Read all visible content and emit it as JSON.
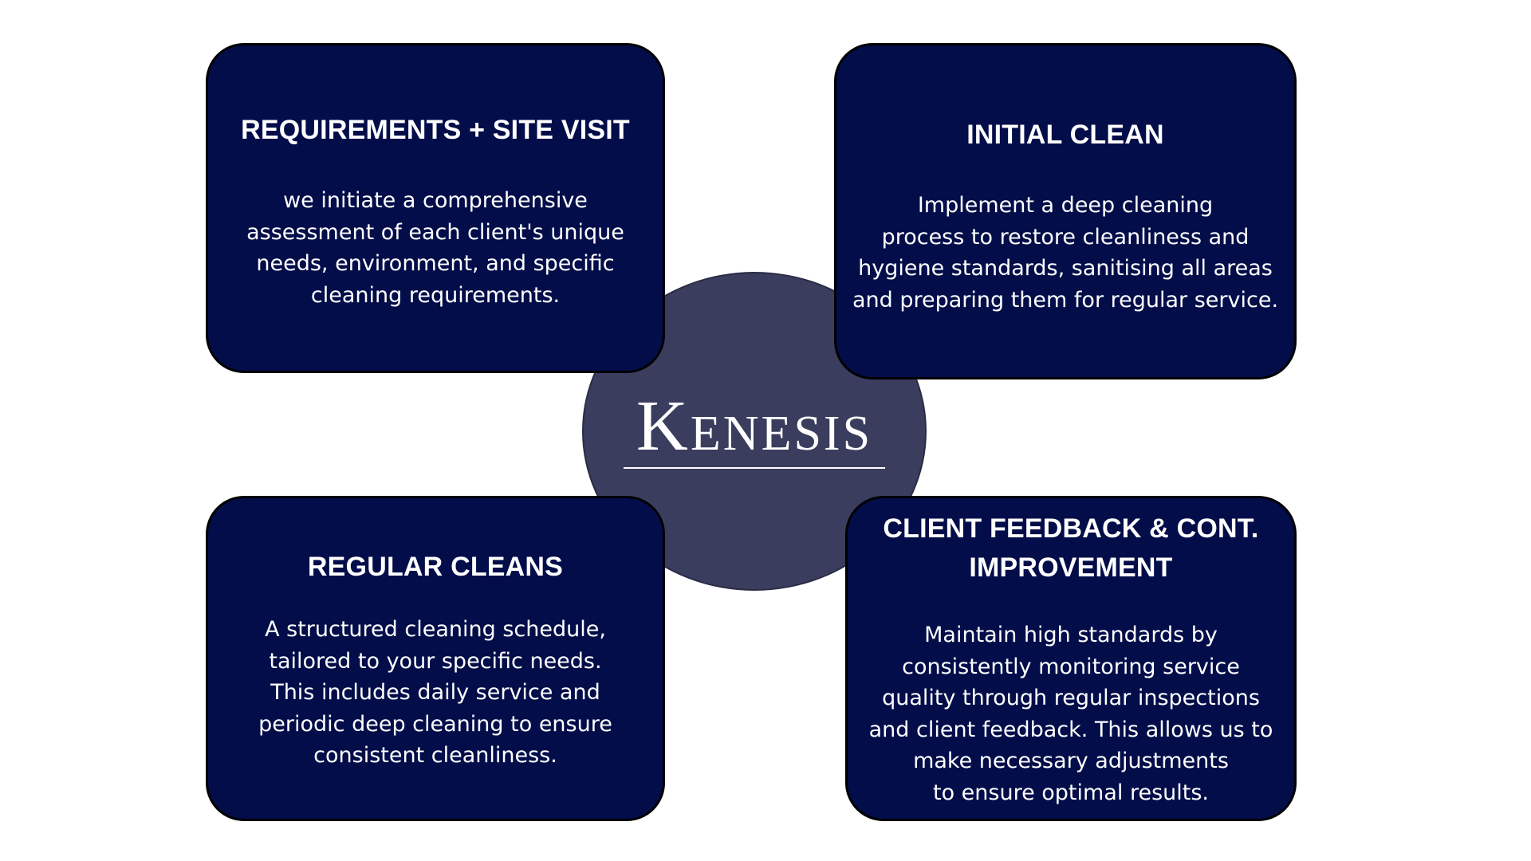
{
  "logo": {
    "first_letter": "K",
    "rest": "ENESIS",
    "text": "Kenesis"
  },
  "cards": [
    {
      "title": "REQUIREMENTS + SITE VISIT",
      "body": [
        "we initiate a comprehensive",
        "assessment of each client's unique",
        "needs, environment, and specific",
        "cleaning requirements."
      ]
    },
    {
      "title": "INITIAL CLEAN",
      "body": [
        "Implement a deep cleaning",
        "process to restore cleanliness and",
        "hygiene standards, sanitising all areas",
        "and preparing them for regular service."
      ]
    },
    {
      "title": "REGULAR CLEANS",
      "body": [
        "A structured cleaning schedule,",
        "tailored to your specific needs.",
        "This includes daily service and",
        "periodic deep cleaning to ensure",
        "consistent cleanliness."
      ]
    },
    {
      "title_lines": [
        "CLIENT FEEDBACK & CONT.",
        "IMPROVEMENT"
      ],
      "body": [
        "Maintain high standards by",
        "consistently monitoring service",
        "quality through regular inspections",
        "and client feedback. This allows us to",
        "make necessary adjustments",
        "to ensure optimal results."
      ]
    }
  ],
  "colors": {
    "card_background": "#020d49",
    "card_border": "#000000",
    "circle_background": "#3a3d5e",
    "text": "#ffffff",
    "page_background": "#ffffff"
  }
}
